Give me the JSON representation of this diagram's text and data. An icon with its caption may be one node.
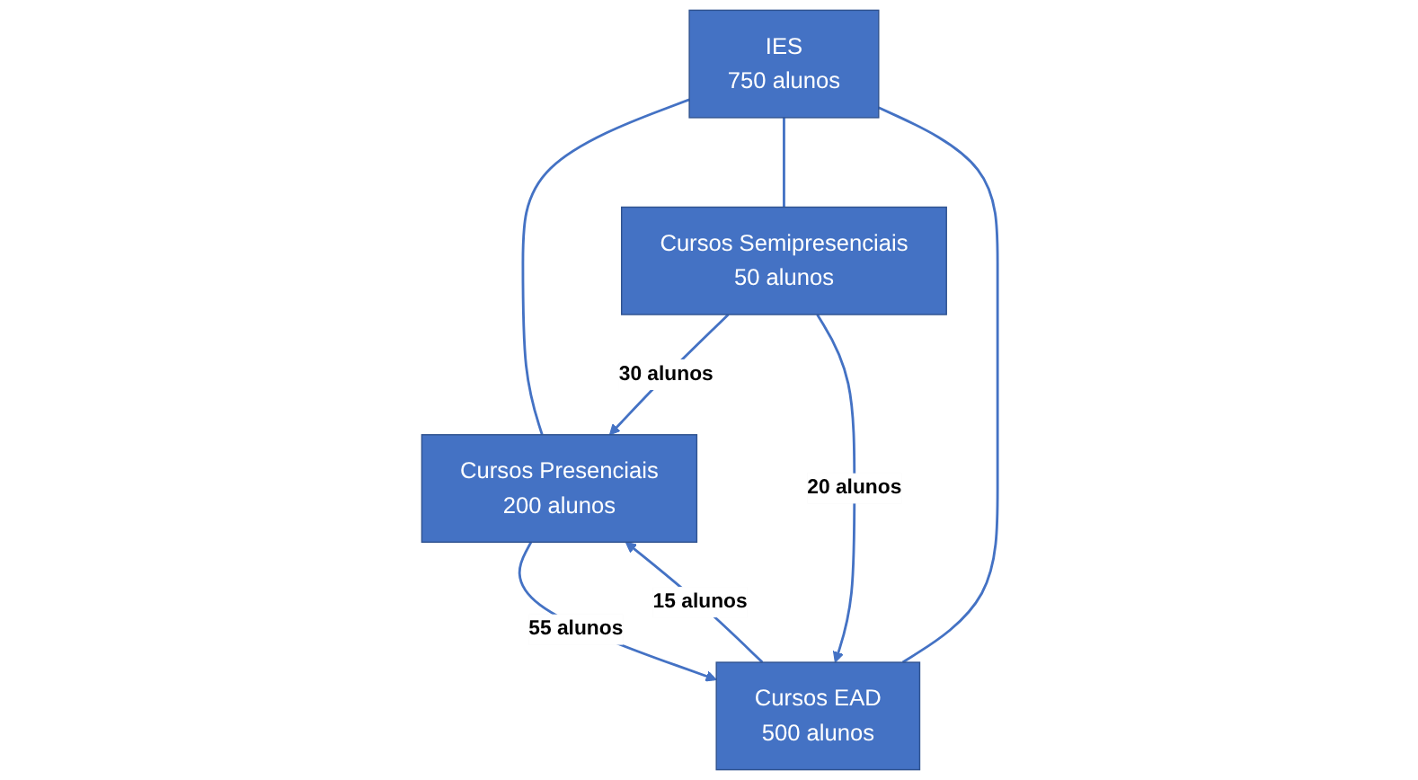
{
  "diagram": {
    "nodes": [
      {
        "text": [
          "IES",
          "750 alunos"
        ]
      },
      {
        "text": [
          "Cursos Presenciais",
          "200 alunos"
        ]
      },
      {
        "text": [
          "Cursos Semipresenciais",
          "50 alunos"
        ]
      },
      {
        "text": [
          "Cursos EAD",
          "500 alunos"
        ]
      }
    ],
    "edges": [
      {
        "from": 0,
        "to": 1,
        "arrow": "none"
      },
      {
        "from": 0,
        "to": 2,
        "arrow": "none"
      },
      {
        "from": 0,
        "to": 3,
        "arrow": "none"
      },
      {
        "from": 2,
        "to": 1,
        "label": "30 alunos",
        "arrow": "to"
      },
      {
        "from": 2,
        "to": 3,
        "label": "20 alunos",
        "arrow": "to"
      },
      {
        "from": 1,
        "to": 3,
        "label": "55 alunos",
        "arrow": "to"
      },
      {
        "from": 3,
        "to": 1,
        "label": "15 alunos",
        "arrow": "to"
      }
    ]
  }
}
